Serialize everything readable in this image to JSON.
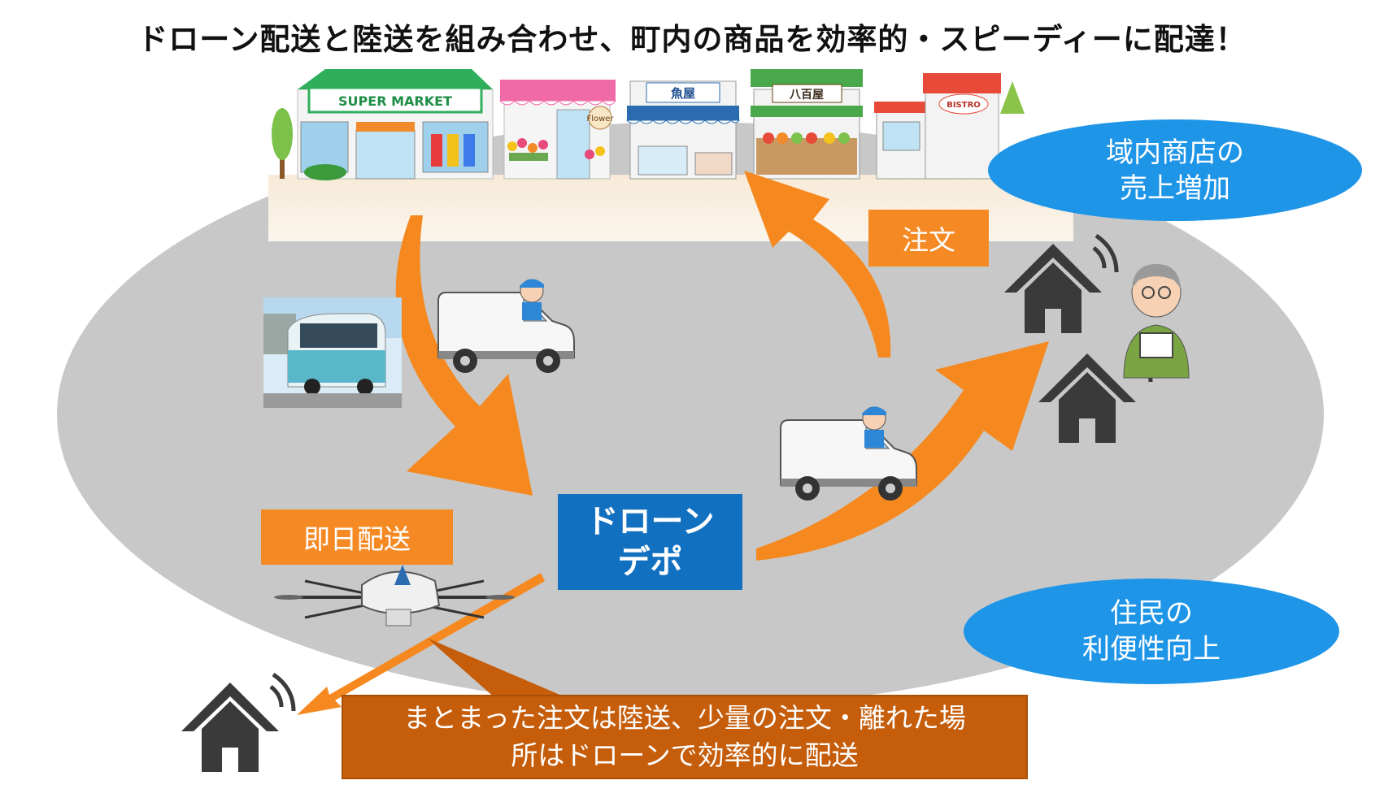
{
  "title": "ドローン配送と陸送を組み合わせ、町内の商品を効率的・スピーディーに配達！",
  "shops": {
    "supermarket": "SUPER MARKET",
    "flower": "Flower",
    "fish": "魚屋",
    "greengrocer": "八百屋",
    "bistro": "BISTRO"
  },
  "labels": {
    "order": "注文",
    "same_day": "即日配送"
  },
  "depot": {
    "line1": "ドローン",
    "line2": "デポ"
  },
  "bubbles": {
    "sales": {
      "line1": "域内商店の",
      "line2": "売上増加"
    },
    "residents": {
      "line1": "住民の",
      "line2": "利便性向上"
    }
  },
  "callout": {
    "line1": "まとまった注文は陸送、少量の注文・離れた場",
    "line2": "所はドローンで効率的に配送"
  },
  "colors": {
    "arrow": "#f5891f",
    "depot": "#1270c0",
    "bubble": "#1f95e8",
    "callout": "#c55d0b",
    "ground": "#c8c8c8",
    "house": "#3a3a3a"
  }
}
